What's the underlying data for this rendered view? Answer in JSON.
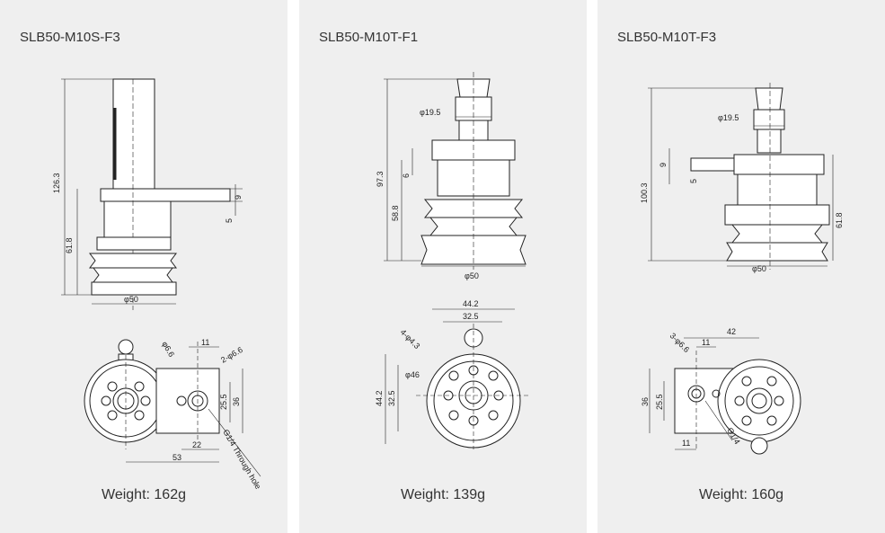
{
  "panels": [
    {
      "model": "SLB50-M10S-F3",
      "weight": "Weight:  162g",
      "dims": {
        "h_total": "126.3",
        "h_cup": "61.8",
        "d_cup": "φ50",
        "d_hole": "φ6.6",
        "d_hole2": "2-φ6.6",
        "w11": "11",
        "h36": "36",
        "h25_5": "25.5",
        "w22": "22",
        "w53": "53",
        "port": "G1/4 Through hole",
        "w9": "9",
        "w5": "5"
      }
    },
    {
      "model": "SLB50-M10T-F1",
      "weight": "Weight:  139g",
      "dims": {
        "d19_5": "φ19.5",
        "h97_3": "97.3",
        "h6": "6",
        "h58_8": "58.8",
        "d_cup": "φ50",
        "w44_2": "44.2",
        "w32_5": "32.5",
        "holes": "4-φ4.3",
        "d46": "φ46",
        "h44_2": "44.2",
        "h32_5": "32.5"
      }
    },
    {
      "model": "SLB50-M10T-F3",
      "weight": "Weight:  160g",
      "dims": {
        "d19_5": "φ19.5",
        "h100_3": "100.3",
        "h9": "9",
        "h5": "5",
        "h61_8": "61.8",
        "d_cup": "φ50",
        "w42": "42",
        "holes": "3-φ6.6",
        "w11": "11",
        "h36": "36",
        "h25_5": "25.5",
        "w11b": "11",
        "port": "G1/4"
      }
    }
  ]
}
